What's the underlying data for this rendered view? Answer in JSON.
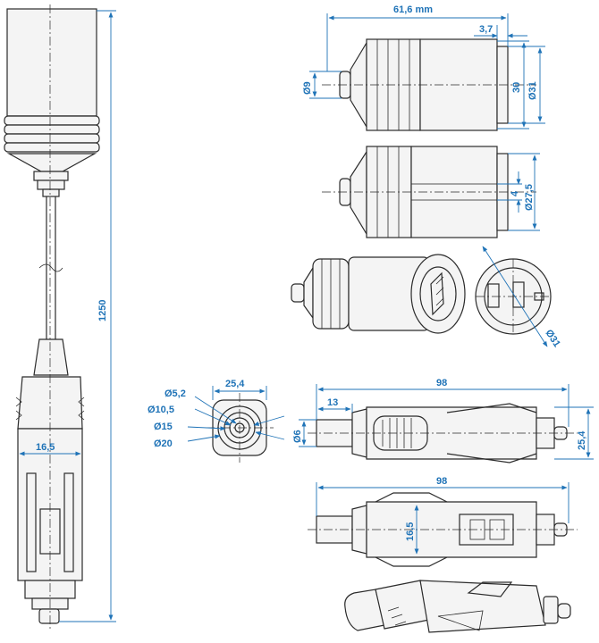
{
  "colors": {
    "dimension": "#1f73b7",
    "outline": "#2b2b2b"
  },
  "dimensions": {
    "cable_length": "1250",
    "plug_width_left": "16,5",
    "socket_length": "61,6 mm",
    "socket_flange": "3,7",
    "socket_tip_dia": "Ø9",
    "socket_body": "30",
    "socket_dia_outer": "Ø31",
    "socket_slot": "4",
    "socket_dia_inner": "Ø27,5",
    "socket_face_dia": "Ø31",
    "plug_face_width": "25,4",
    "plug_dia_1": "Ø5,2",
    "plug_dia_2": "Ø10,5",
    "plug_dia_3": "Ø15",
    "plug_dia_4": "Ø20",
    "plug_length_top": "98",
    "plug_tip_len": "13",
    "plug_tip_dia": "Ø6",
    "plug_body_width": "25,4",
    "plug_length_mid": "98",
    "plug_width_mid": "16,5"
  }
}
